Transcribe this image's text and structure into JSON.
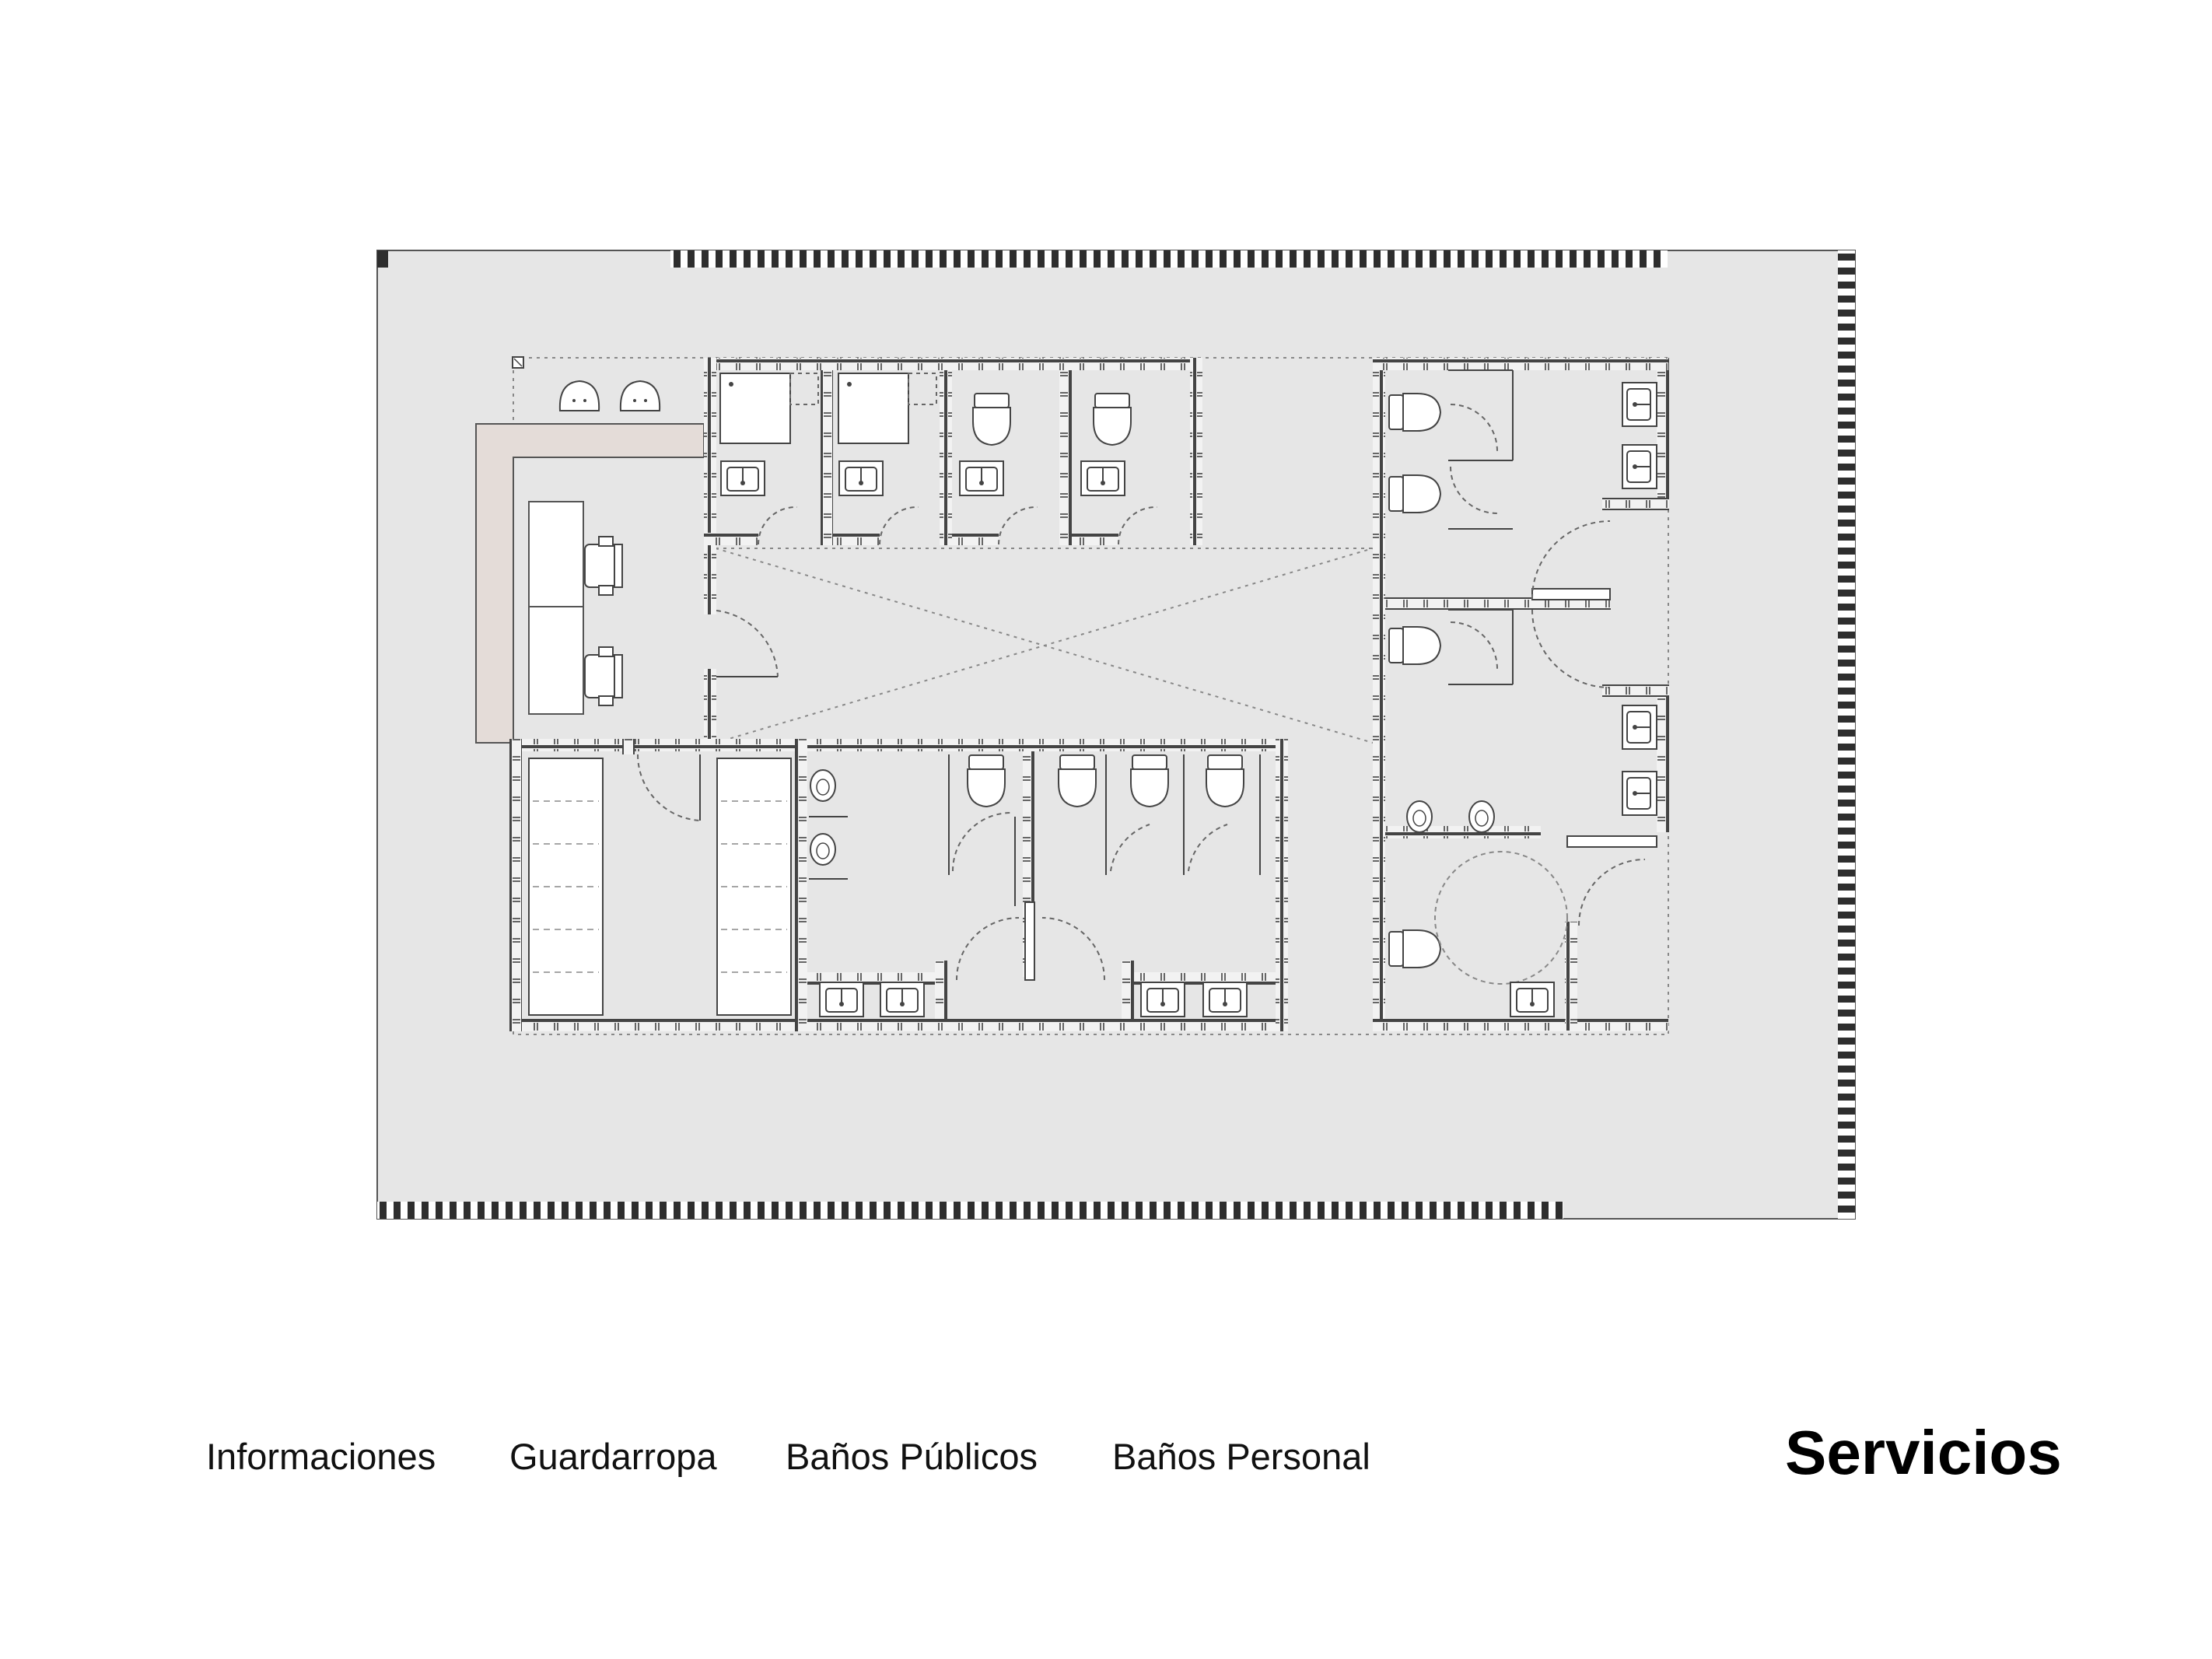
{
  "legend": {
    "items": [
      {
        "label": "Informaciones"
      },
      {
        "label": "Guardarropa"
      },
      {
        "label": "Baños Públicos"
      },
      {
        "label": "Baños Personal"
      }
    ]
  },
  "title": "Servicios",
  "colors": {
    "floor": "#e6e6e6",
    "wall": "#555555",
    "counter": "#e4dcd8",
    "fixture": "#ffffff",
    "line": "#444444",
    "dashed": "#777777"
  }
}
